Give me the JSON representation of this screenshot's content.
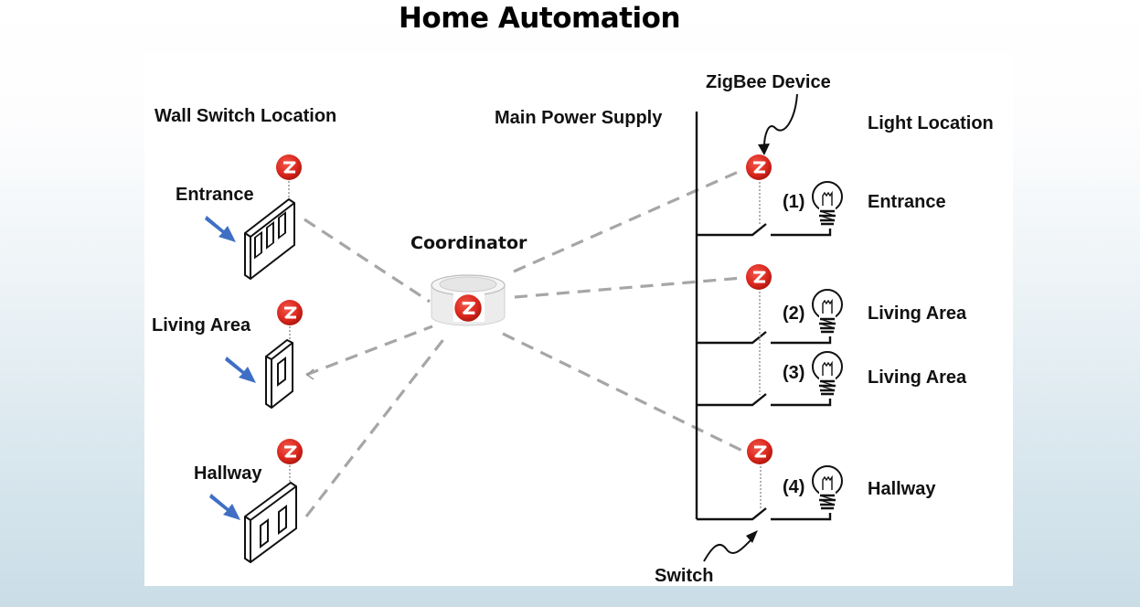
{
  "title": "Home Automation",
  "left_section": {
    "heading": "Wall Switch Location",
    "switches": [
      {
        "label": "Entrance",
        "gangs": 3
      },
      {
        "label": "Living Area",
        "gangs": 1
      },
      {
        "label": "Hallway",
        "gangs": 2
      }
    ]
  },
  "center": {
    "coordinator_label": "Coordinator"
  },
  "right_section": {
    "power_label": "Main Power Supply",
    "zigbee_device_label": "ZigBee Device",
    "light_location_heading": "Light Location",
    "switch_label": "Switch",
    "lights": [
      {
        "number": "(1)",
        "location": "Entrance"
      },
      {
        "number": "(2)",
        "location": "Living Area"
      },
      {
        "number": "(3)",
        "location": "Living Area"
      },
      {
        "number": "(4)",
        "location": "Hallway"
      }
    ]
  },
  "colors": {
    "zigbee_red": "#d9261c",
    "arrow_blue": "#3f6fc4",
    "link_gray": "#a6a6a6"
  }
}
